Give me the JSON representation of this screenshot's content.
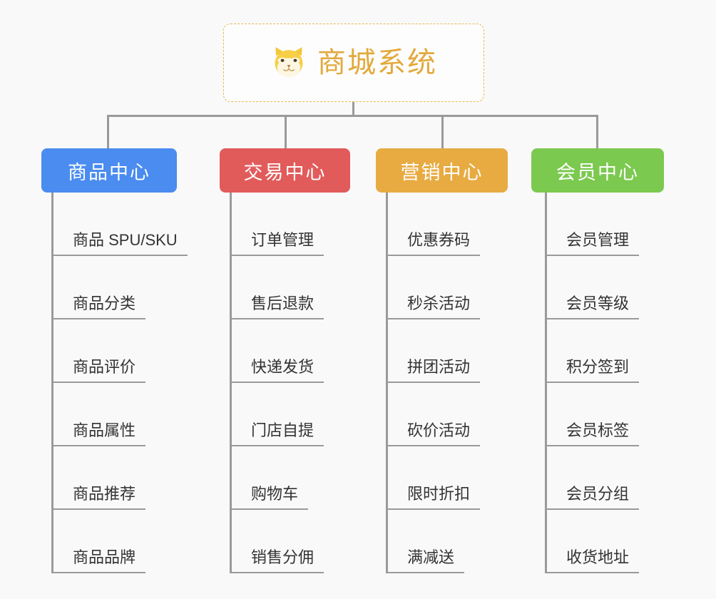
{
  "diagram": {
    "type": "mindmap",
    "title": "商城系统",
    "background_color": "#f9f9fa",
    "root": {
      "label": "商城系统",
      "icon": "shiba-dog-emoji",
      "text_color": "#e2a93c",
      "border_color": "#e8b94f",
      "border_style": "dashed"
    },
    "categories": [
      {
        "label": "商品中心",
        "color": "#4a8cf0",
        "items": [
          "商品 SPU/SKU",
          "商品分类",
          "商品评价",
          "商品属性",
          "商品推荐",
          "商品品牌"
        ]
      },
      {
        "label": "交易中心",
        "color": "#e25b5b",
        "items": [
          "订单管理",
          "售后退款",
          "快递发货",
          "门店自提",
          "购物车",
          "销售分佣"
        ]
      },
      {
        "label": "营销中心",
        "color": "#e8ab42",
        "items": [
          "优惠券码",
          "秒杀活动",
          "拼团活动",
          "砍价活动",
          "限时折扣",
          "满减送"
        ]
      },
      {
        "label": "会员中心",
        "color": "#7cc94f",
        "items": [
          "会员管理",
          "会员等级",
          "积分签到",
          "会员标签",
          "会员分组",
          "收货地址"
        ]
      }
    ],
    "connector_color": "#9a9a9a"
  }
}
